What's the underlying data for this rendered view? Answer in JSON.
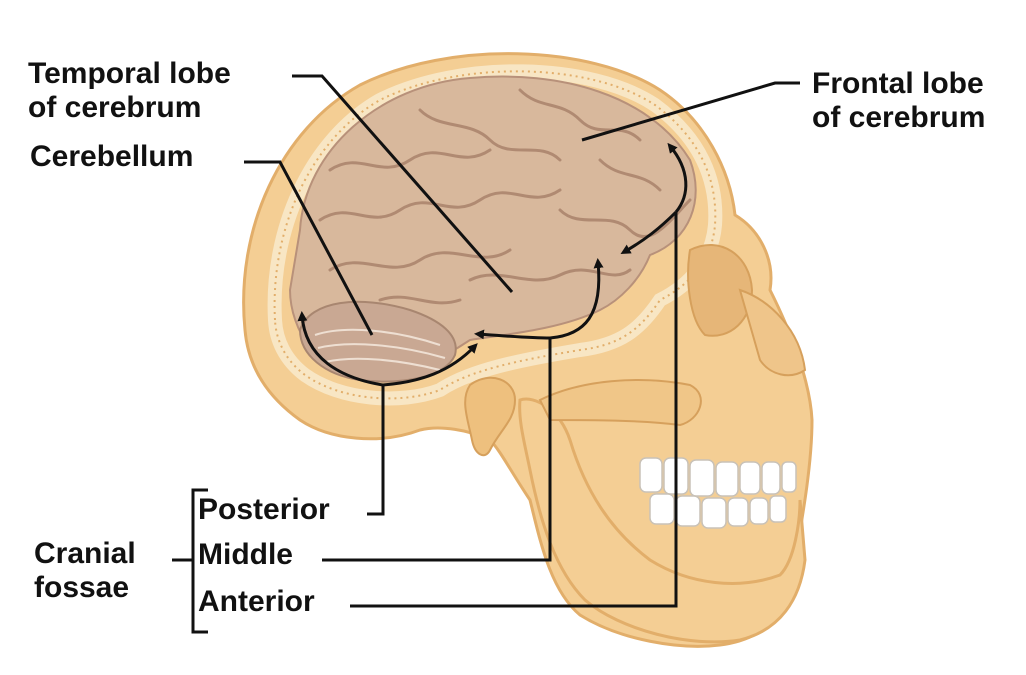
{
  "labels": {
    "temporal": [
      "Temporal lobe",
      "of cerebrum"
    ],
    "cerebellum": "Cerebellum",
    "frontal": [
      "Frontal lobe",
      "of cerebrum"
    ],
    "cranial": [
      "Cranial",
      "fossae"
    ],
    "fossae": {
      "posterior": "Posterior",
      "middle": "Middle",
      "anterior": "Anterior"
    }
  },
  "colors": {
    "bone": "#F4CE94",
    "bone_dark": "#E2AE6A",
    "diploe": "#F8E6C4",
    "brain": "#D8B89C",
    "brain_dark": "#B8917A",
    "cerebellum": "#C9A893",
    "teeth": "#FFFFFF",
    "leader": "#111111"
  }
}
